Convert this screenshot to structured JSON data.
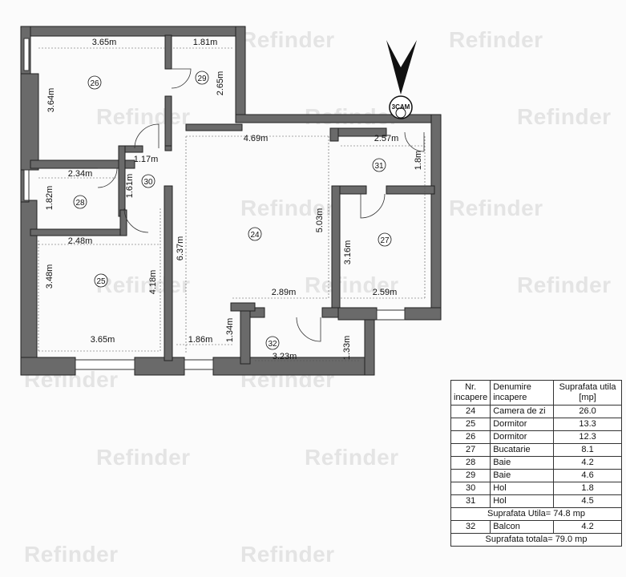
{
  "watermark": "Refinder",
  "compass_label": "3CAM",
  "dimensions": {
    "r26_w": "3.65m",
    "r26_h": "3.64m",
    "r29_w": "1.81m",
    "r29_h": "2.65m",
    "r30_w": "1.17m",
    "r30_h": "1.61m",
    "r28_w": "2.34m",
    "r28_h": "1.82m",
    "r25_w_top": "2.48m",
    "r25_h_left": "3.48m",
    "r25_h_right": "4.18m",
    "r25_w_bottom": "3.65m",
    "r24_w_top": "4.69m",
    "r24_h_left": "6.37m",
    "r24_h_right": "5.03m",
    "r24_w_mid": "2.89m",
    "r24_w_bottom": "1.86m",
    "r24_h_small": "1.34m",
    "r31_w": "2.57m",
    "r31_h": "1.8m",
    "r27_h": "3.16m",
    "r27_w": "2.59m",
    "r32_w": "3.23m",
    "r32_h": "1.33m"
  },
  "room_numbers": [
    "24",
    "25",
    "26",
    "27",
    "28",
    "29",
    "30",
    "31",
    "32"
  ],
  "legend": {
    "header": {
      "nr": "Nr.",
      "nr2": "incapere",
      "name": "Denumire",
      "name2": "incapere",
      "area": "Suprafata utila",
      "area2": "[mp]"
    },
    "rows": [
      {
        "nr": "24",
        "name": "Camera de zi",
        "area": "26.0"
      },
      {
        "nr": "25",
        "name": "Dormitor",
        "area": "13.3"
      },
      {
        "nr": "26",
        "name": "Dormitor",
        "area": "12.3"
      },
      {
        "nr": "27",
        "name": "Bucatarie",
        "area": "8.1"
      },
      {
        "nr": "28",
        "name": "Baie",
        "area": "4.2"
      },
      {
        "nr": "29",
        "name": "Baie",
        "area": "4.6"
      },
      {
        "nr": "30",
        "name": "Hol",
        "area": "1.8"
      },
      {
        "nr": "31",
        "name": "Hol",
        "area": "4.5"
      }
    ],
    "util_total": "Suprafata Utila= 74.8 mp",
    "balcony": {
      "nr": "32",
      "name": "Balcon",
      "area": "4.2"
    },
    "grand_total": "Suprafata totala= 79.0 mp"
  }
}
